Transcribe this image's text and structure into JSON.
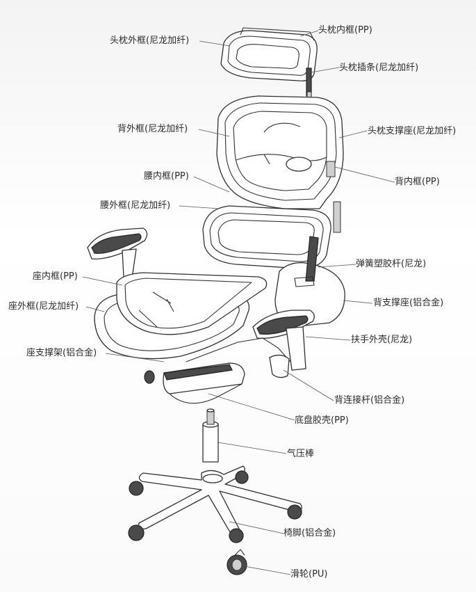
{
  "labels": {
    "headrest_inner_frame": "头枕内框(PP)",
    "headrest_outer_frame": "头枕外框(尼龙加纤)",
    "headrest_insert_bar": "头枕插条(尼龙加纤)",
    "back_outer_frame": "背外框(尼龙加纤)",
    "headrest_support_seat": "头枕支撑座(尼龙加纤)",
    "lumbar_inner_frame": "腰内框(PP)",
    "back_inner_frame": "背内框(PP)",
    "lumbar_outer_frame": "腰外框(尼龙加纤)",
    "spring_rod": "弹簧塑胶杆(尼龙)",
    "seat_inner_frame": "座内框(PP)",
    "back_support_seat": "背支撑座(铝合金)",
    "seat_outer_frame": "座外框(尼龙加纤)",
    "armrest_shell": "扶手外壳(尼龙)",
    "seat_support_bracket": "座支撑架(铝合金)",
    "back_connecting_rod": "背连接杆(铝合金)",
    "chassis_shell": "底盘胶壳(PP)",
    "gas_lift": "气压棒",
    "chair_base": "椅脚(铝合金)",
    "caster": "滑轮(PU)"
  }
}
